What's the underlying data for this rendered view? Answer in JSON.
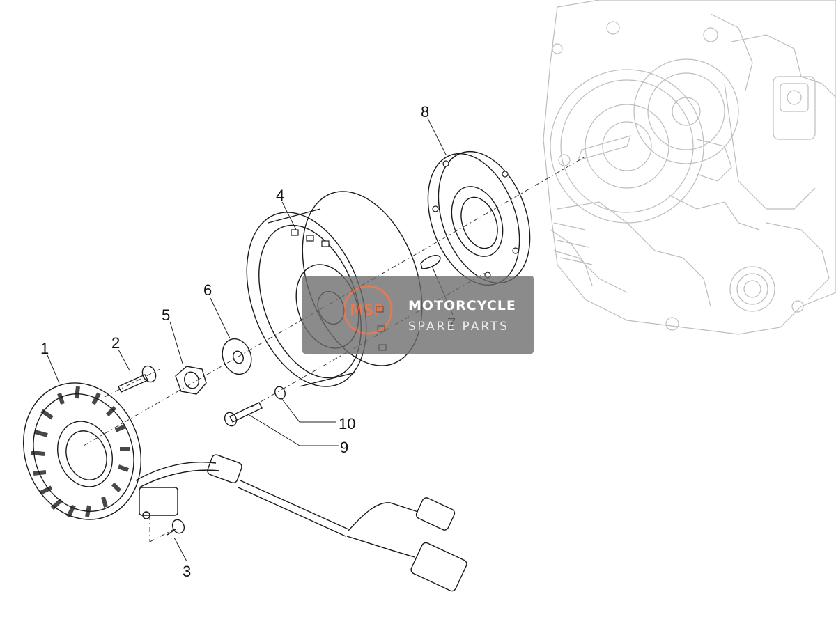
{
  "diagram": {
    "callouts": [
      {
        "id": "c1",
        "label": "1"
      },
      {
        "id": "c2",
        "label": "2"
      },
      {
        "id": "c3",
        "label": "3"
      },
      {
        "id": "c4",
        "label": "4"
      },
      {
        "id": "c5",
        "label": "5"
      },
      {
        "id": "c6",
        "label": "6"
      },
      {
        "id": "c7",
        "label": "7"
      },
      {
        "id": "c8",
        "label": "8"
      },
      {
        "id": "c9",
        "label": "9"
      },
      {
        "id": "c10",
        "label": "10"
      }
    ]
  },
  "watermark": {
    "line1": "MOTORCYCLE",
    "line2": "SPARE PARTS",
    "logo_text": "MSP",
    "color_bg": "#6b6b6b",
    "color_accent": "#d8572a"
  }
}
